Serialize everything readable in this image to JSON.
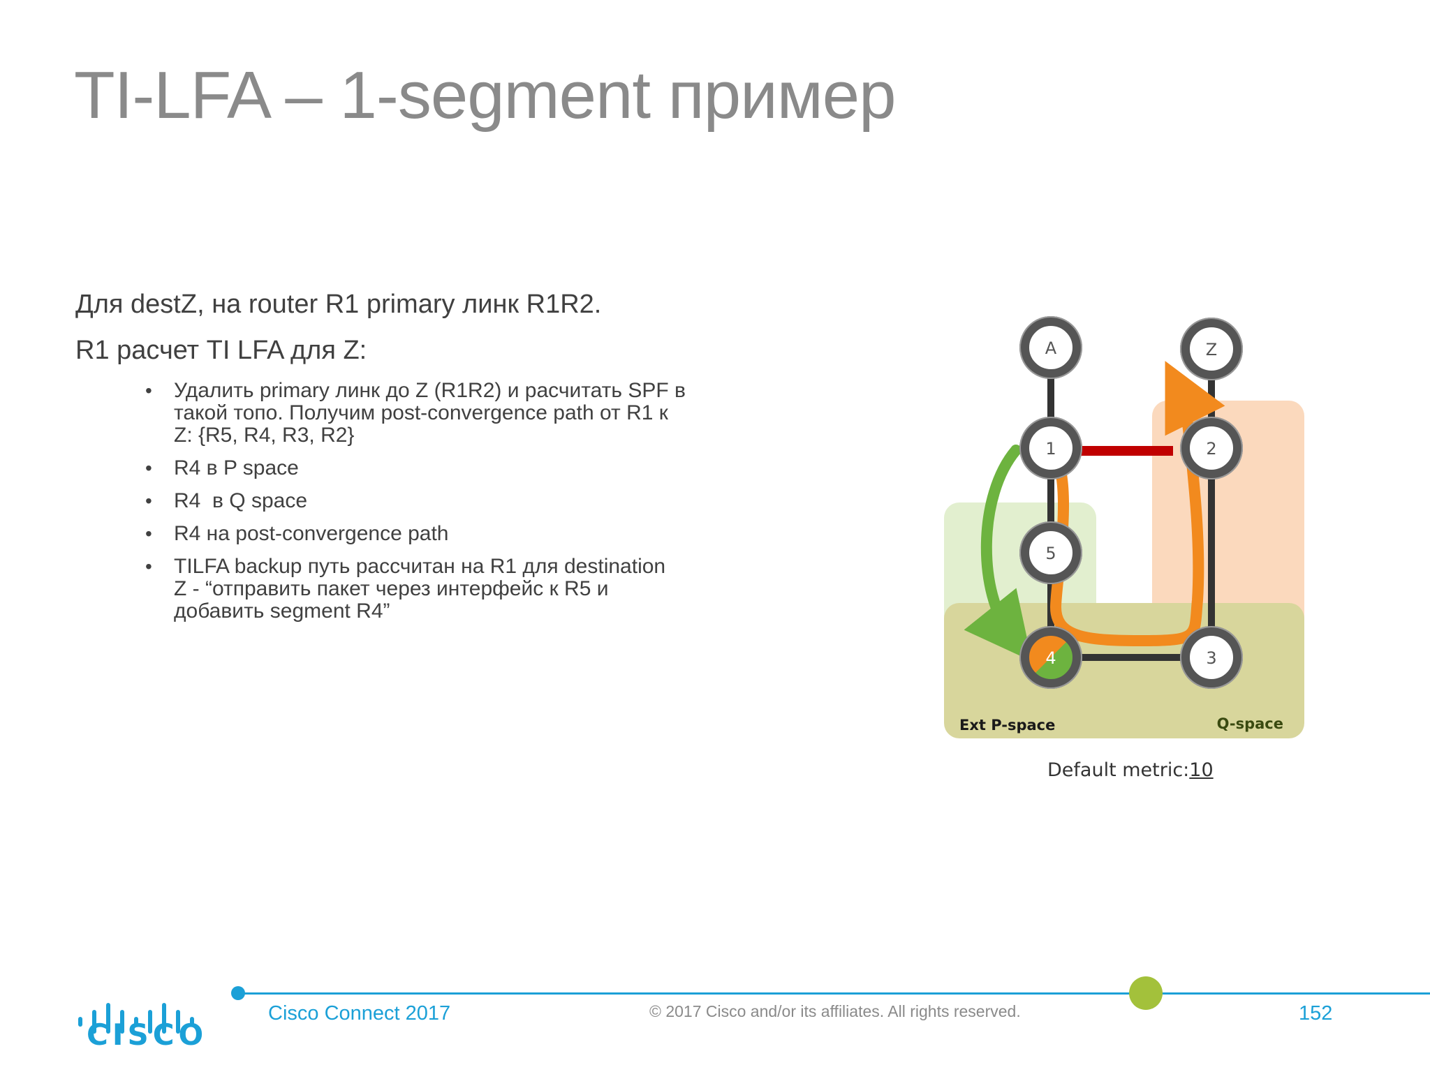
{
  "slide": {
    "title": "TI-LFA – 1-segment пример",
    "para1": "Для destZ, на router R1 primary линк R1R2.",
    "para2": "R1 расчет TI LFA для Z:",
    "bullets": [
      "Удалить primary линк до Z (R1R2) и расчитать SPF в такой топо. Получим post-convergence path от R1 к Z: {R5, R4, R3, R2}",
      "R4 в P space",
      "R4  в Q space",
      "R4 на post-convergence path",
      "TILFA backup путь рассчитан на R1 для destination Z - “отправить пакет через интерфейс к R5 и добавить segment R4”"
    ],
    "bullet_char": "•"
  },
  "diagram": {
    "nodes": {
      "A": "A",
      "Z": "Z",
      "n1": "1",
      "n2": "2",
      "n5": "5",
      "n4": "4",
      "n3": "3"
    },
    "regions": {
      "ext_p_space": "Ext P-space",
      "q_space": "Q-space"
    },
    "metric_label": "Default metric:",
    "metric_value": "10",
    "colors": {
      "green_region": "#e2efcf",
      "orange_region": "#fbd9bd",
      "overlap_region": "#d8d69c",
      "primary_link": "#c00000",
      "backup_path_green": "#6db33f",
      "post_convergence_orange": "#f28a1e",
      "node_ring": "#555555"
    }
  },
  "footer": {
    "event": "Cisco Connect 2017",
    "copyright": "© 2017  Cisco and/or its affiliates. All rights reserved.",
    "page": "152",
    "logo_word": "CISCO"
  }
}
